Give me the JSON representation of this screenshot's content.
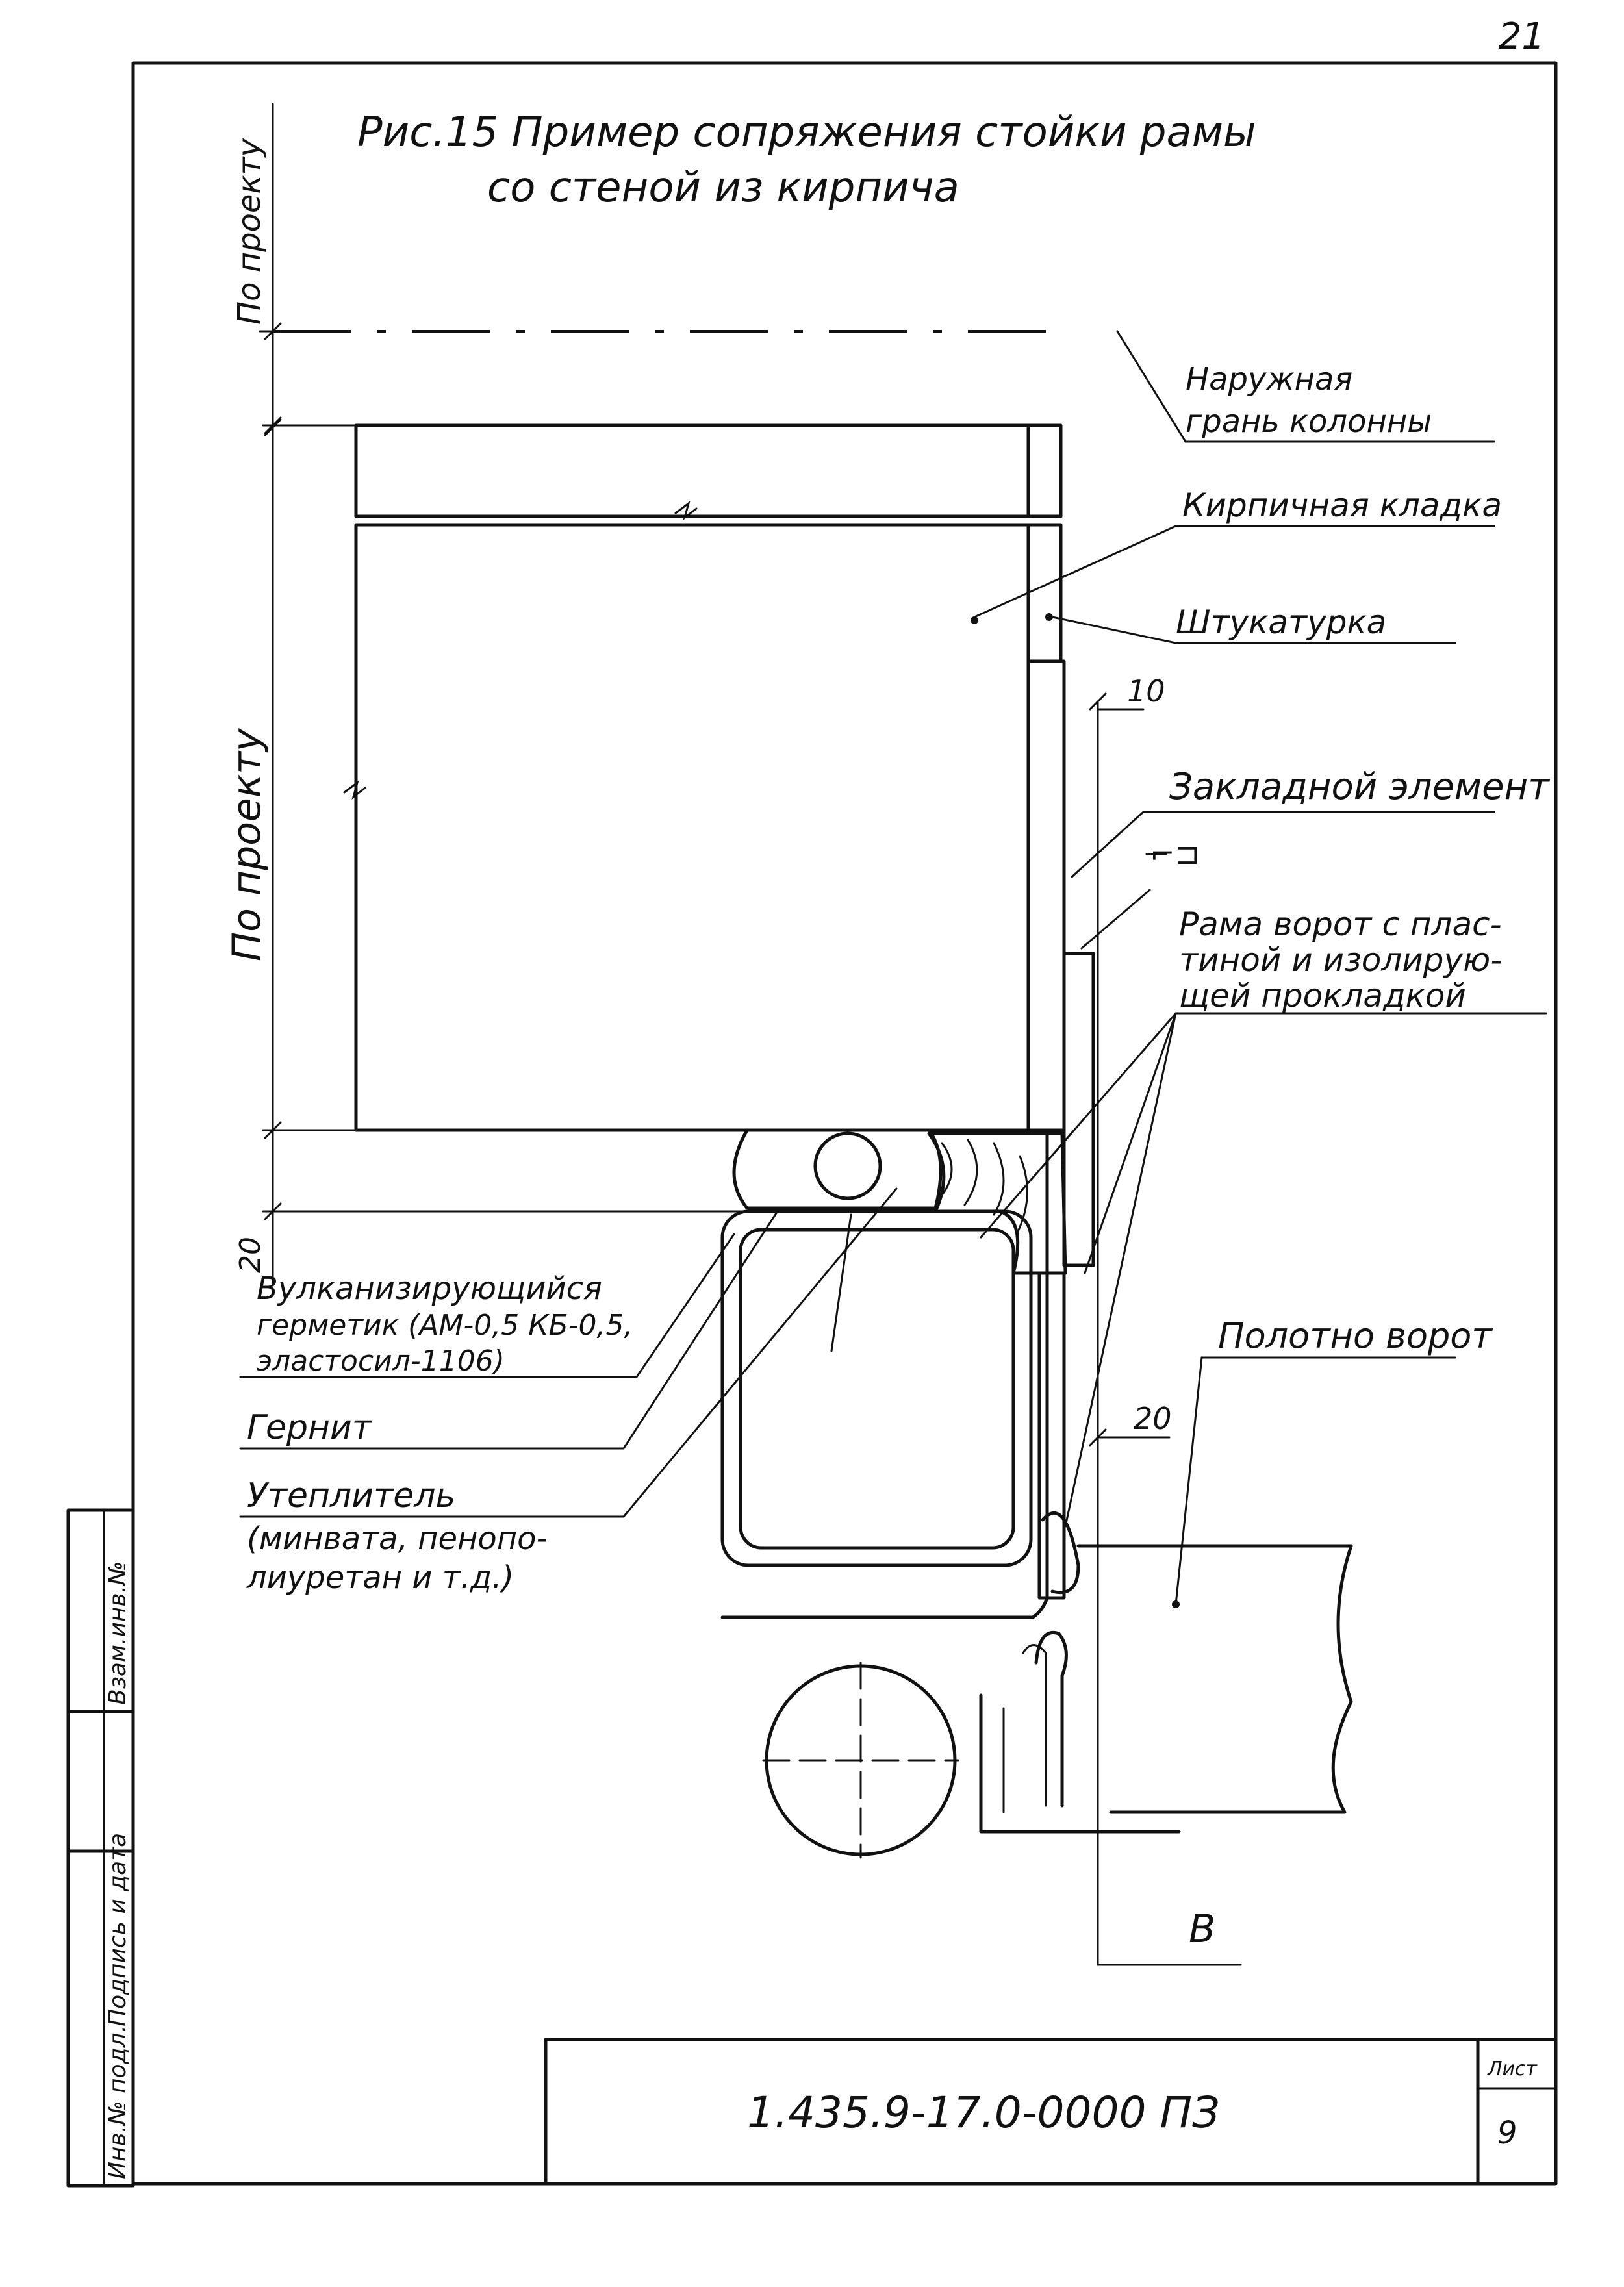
{
  "page_number": "21",
  "title": {
    "line1": "Рис.15 Пример сопряжения стойки рамы",
    "line2": "со стеной из кирпича"
  },
  "dimensions": {
    "top_left": "По проекту",
    "left_main": "По проекту",
    "left_small": "20",
    "dim_10": "10",
    "dim_20": "20",
    "axis_label": "B"
  },
  "labels": {
    "column_face": [
      "Наружная",
      "грань колонны"
    ],
    "brickwork": "Кирпичная кладка",
    "plaster": "Штукатурка",
    "embedded": "Закладной элемент",
    "profile_mark": "⌐⊐",
    "frame": [
      "Рама ворот с плас-",
      "тиной и изолирую-",
      "щей прокладкой"
    ],
    "door_leaf": "Полотно ворот",
    "sealant": [
      "Вулканизирующийся",
      "герметик (АМ-0,5 КБ-0,5,",
      "эластосил-1106)"
    ],
    "gernit": "Гернит",
    "insulation": [
      "Утеплитель",
      "(минвата, пенопо-",
      "лиуретан и т.д.)"
    ]
  },
  "stamp": {
    "cells": [
      "Инв.№ подл.",
      "Подпись и дата",
      "Взам.инв.№"
    ],
    "doc_code": "1.435.9-17.0-0000 ПЗ",
    "sheet_label": "Лист",
    "sheet_number": "9"
  }
}
